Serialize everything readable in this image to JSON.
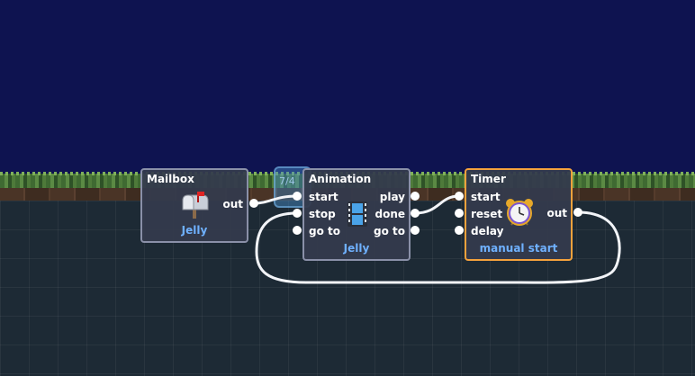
{
  "sprite_label": "7/4",
  "colors": {
    "sky": "#0e1350",
    "node_bg": "#343a4c",
    "node_border": "#8a90a8",
    "node_active_border": "#f4a23c",
    "accent": "#6fb1ff",
    "wire": "#f2f4f8"
  },
  "nodes": {
    "mailbox": {
      "title": "Mailbox",
      "icon": "mailbox-icon",
      "outputs": [
        "out"
      ],
      "target": "Jelly"
    },
    "animation": {
      "title": "Animation",
      "icon": "film-strip-icon",
      "inputs": [
        "start",
        "stop",
        "go to"
      ],
      "outputs": [
        "play",
        "done",
        "go to"
      ],
      "target": "Jelly"
    },
    "timer": {
      "title": "Timer",
      "icon": "alarm-clock-icon",
      "inputs": [
        "start",
        "reset",
        "delay"
      ],
      "outputs": [
        "out"
      ],
      "target": "manual start",
      "selected": true
    }
  },
  "connections": [
    {
      "from": "mailbox.out",
      "to": "animation.start"
    },
    {
      "from": "animation.done",
      "to": "timer.start"
    },
    {
      "from": "timer.out",
      "to": "animation.stop"
    }
  ]
}
